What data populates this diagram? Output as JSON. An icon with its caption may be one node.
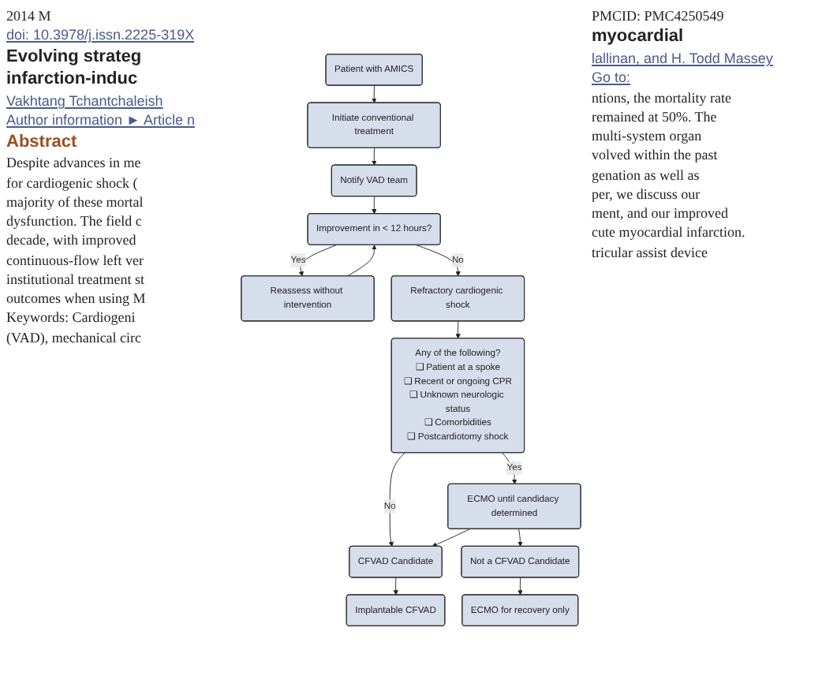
{
  "diagram": {
    "nodes": [
      {
        "text": [
          "Patient with AMICS"
        ]
      },
      {
        "text": [
          "Initiate conventional treatment"
        ]
      },
      {
        "text": [
          "Notify VAD team"
        ]
      },
      {
        "text": [
          "Improvement in < 12 hours?"
        ]
      },
      {
        "text": [
          "Reassess without intervention"
        ]
      },
      {
        "text": [
          "Refractory cardiogenic shock"
        ]
      },
      {
        "text": [
          "Any of the following?",
          "❑ Patient at a spoke",
          "❑ Recent or ongoing CPR",
          "❑ Unknown neurologic status",
          "❑ Comorbidities",
          "❑ Postcardiotomy shock"
        ]
      },
      {
        "text": [
          "ECMO until candidacy determined"
        ]
      },
      {
        "text": [
          "CFVAD Candidate"
        ]
      },
      {
        "text": [
          "Not a CFVAD Candidate"
        ]
      },
      {
        "text": [
          "Implantable CFVAD"
        ]
      },
      {
        "text": [
          "ECMO for recovery only"
        ]
      }
    ],
    "edges": [
      {
        "from": 0,
        "to": 1,
        "arrow": "to"
      },
      {
        "from": 1,
        "to": 2,
        "arrow": "to"
      },
      {
        "from": 2,
        "to": 3,
        "arrow": "to"
      },
      {
        "from": 3,
        "to": 4,
        "arrow": "to",
        "label": "Yes"
      },
      {
        "from": 3,
        "to": 5,
        "arrow": "to",
        "label": "No"
      },
      {
        "from": 4,
        "to": 3,
        "arrow": "to"
      },
      {
        "from": 5,
        "to": 6,
        "arrow": "to"
      },
      {
        "from": 6,
        "to": 8,
        "arrow": "to",
        "label": "No"
      },
      {
        "from": 6,
        "to": 7,
        "arrow": "to",
        "label": "Yes"
      },
      {
        "from": 7,
        "to": 8,
        "arrow": "to"
      },
      {
        "from": 7,
        "to": 9,
        "arrow": "to"
      },
      {
        "from": 8,
        "to": 10,
        "arrow": "to"
      },
      {
        "from": 9,
        "to": 11,
        "arrow": "to"
      }
    ],
    "labels": [
      "2014 M",
      "PMCID: PMC4250549",
      "doi: 10.3978/j.issn.2225-319X",
      "Evolving strateg",
      "myocardial",
      "infarction-induc",
      "Vakhtang Tchantchaleish",
      "lallinan, and H. Todd Massey",
      "Author information ► Article n",
      "Abstract",
      "Go to:",
      "Despite advances in me",
      "ntions, the mortality rate",
      "for cardiogenic shock (",
      "remained at 50%. The",
      "majority of these mortal",
      "multi-system organ",
      "dysfunction. The field c",
      "volved within the past",
      "decade, with improved",
      "genation as well as",
      "continuous-flow left ver",
      "per, we discuss our",
      "institutional treatment st",
      "ment, and our improved",
      "outcomes when using M",
      "cute myocardial infarction.",
      "Keywords: Cardiogeni",
      "tricular assist device",
      "(VAD), mechanical circ"
    ]
  }
}
